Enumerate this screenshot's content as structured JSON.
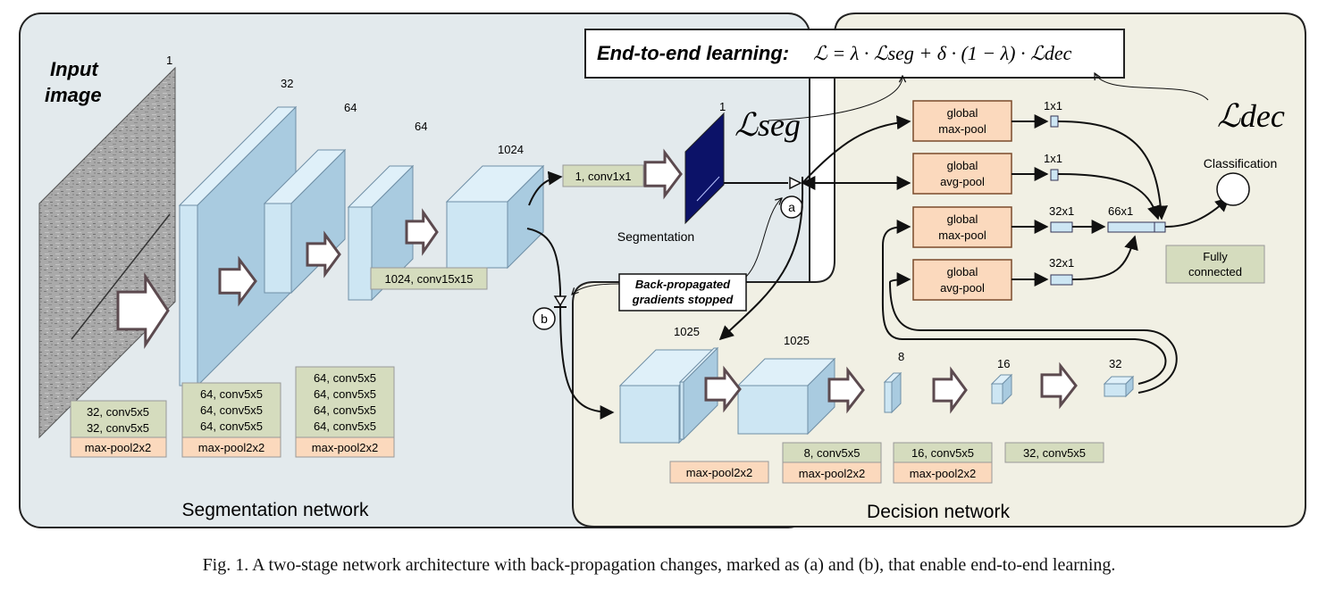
{
  "formula_box": {
    "prefix": "End-to-end learning:",
    "equation": "ℒ = λ · ℒseg + δ · (1 − λ) · ℒdec"
  },
  "loss_labels": {
    "seg": "ℒseg",
    "dec": "ℒdec"
  },
  "segmentation_network": {
    "title": "Segmentation network",
    "input_label_line1": "Input",
    "input_label_line2": "image",
    "layer_sizes": [
      "1",
      "32",
      "64",
      "64",
      "1024",
      "1"
    ],
    "blocks": [
      {
        "convs": [
          "32, conv5x5",
          "32, conv5x5"
        ],
        "pool": "max-pool2x2"
      },
      {
        "convs": [
          "64, conv5x5",
          "64, conv5x5",
          "64, conv5x5"
        ],
        "pool": "max-pool2x2"
      },
      {
        "convs": [
          "64, conv5x5",
          "64, conv5x5",
          "64, conv5x5",
          "64, conv5x5"
        ],
        "pool": "max-pool2x2"
      }
    ],
    "conv15_label": "1024, conv15x15",
    "conv1_label": "1, conv1x1",
    "segmentation_label": "Segmentation"
  },
  "backprop": {
    "line1": "Back-propagated",
    "line2": "gradients stopped",
    "marker_a": "a",
    "marker_b": "b"
  },
  "decision_network": {
    "title": "Decision network",
    "pools": [
      "global max-pool",
      "global avg-pool",
      "global max-pool",
      "global avg-pool"
    ],
    "pool_line1": [
      "global",
      "global",
      "global",
      "global"
    ],
    "pool_line2": [
      "max-pool",
      "avg-pool",
      "max-pool",
      "avg-pool"
    ],
    "pool_sizes": [
      "1x1",
      "1x1",
      "32x1",
      "32x1"
    ],
    "concat_size": "66x1",
    "classification_label": "Classification",
    "fc_line1": "Fully",
    "fc_line2": "connected",
    "volume_sizes": [
      "1025",
      "1025",
      "8",
      "16",
      "32"
    ],
    "labels": {
      "pool_a": "max-pool2x2",
      "conv8": "8, conv5x5",
      "pool_8": "max-pool2x2",
      "conv16": "16, conv5x5",
      "pool_16": "max-pool2x2",
      "conv32": "32, conv5x5"
    }
  },
  "caption": "Fig. 1.  A two-stage network architecture with back-propagation changes, marked as (a) and (b), that enable end-to-end learning.",
  "colors": {
    "seg_panel": "#e3eaed",
    "dec_panel": "#f1f0e4",
    "cube_face": "#cde6f3",
    "cube_side": "#a9cbe0",
    "label_green": "#d5dcbe",
    "label_orange": "#fbd9bd",
    "arrow_fill": "#ffffff",
    "arrow_stroke": "#5c4a4f",
    "segmap": "#0c1268"
  }
}
